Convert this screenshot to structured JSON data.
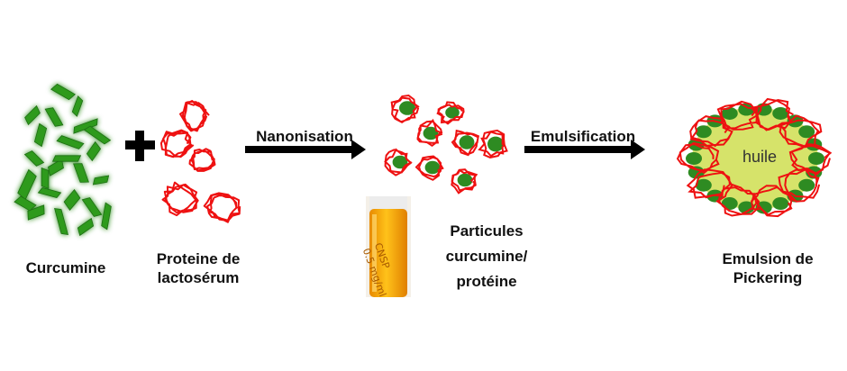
{
  "labels": {
    "curcumine": "Curcumine",
    "proteine_line1": "Proteine de",
    "proteine_line2": "lactosérum",
    "nanonisation": "Nanonisation",
    "particules_line1": "Particules",
    "particules_line2": "curcumine/",
    "particules_line3": "protéine",
    "emulsification": "Emulsification",
    "pickering_line1": "Emulsion de",
    "pickering_line2": "Pickering",
    "huile": "huile"
  },
  "tube_text": {
    "line1": "CNSP",
    "line2": "0.5 mg/ml"
  },
  "colors": {
    "crystal_green": "#2f9a1f",
    "crystal_glow": "#c9f0a0",
    "protein_red": "#ee1111",
    "particle_green": "#2e8b22",
    "oil_yellow": "#d6e36a",
    "arrow": "#000000",
    "tube_orange": "#f5a10a"
  }
}
